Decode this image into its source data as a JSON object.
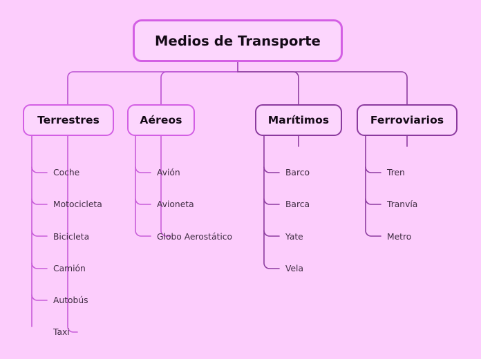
{
  "diagram": {
    "title": "Medios de Transporte",
    "type": "mind-map",
    "background_color": "#fccdfc",
    "node_fill_color": "#fcd6fd",
    "node_border_color": "#d35fe4",
    "connector_color": "#8b3a9e",
    "text_color": "#140a16",
    "leaf_text_color": "#3d2a40"
  },
  "root": {
    "label": "Medios de Transporte"
  },
  "branches": [
    {
      "label": "Terrestres",
      "leaves": [
        {
          "label": "Coche"
        },
        {
          "label": "Motocicleta"
        },
        {
          "label": "Bicicleta"
        },
        {
          "label": "Camión"
        },
        {
          "label": "Autobús"
        },
        {
          "label": "Taxi"
        }
      ]
    },
    {
      "label": "Aéreos",
      "leaves": [
        {
          "label": "Avión"
        },
        {
          "label": "Avioneta"
        },
        {
          "label": "Globo Aerostático"
        }
      ]
    },
    {
      "label": "Marítimos",
      "leaves": [
        {
          "label": "Barco"
        },
        {
          "label": "Barca"
        },
        {
          "label": "Yate"
        },
        {
          "label": "Vela"
        }
      ]
    },
    {
      "label": "Ferroviarios",
      "leaves": [
        {
          "label": "Tren"
        },
        {
          "label": "Tranvía"
        },
        {
          "label": "Metro"
        }
      ]
    }
  ]
}
